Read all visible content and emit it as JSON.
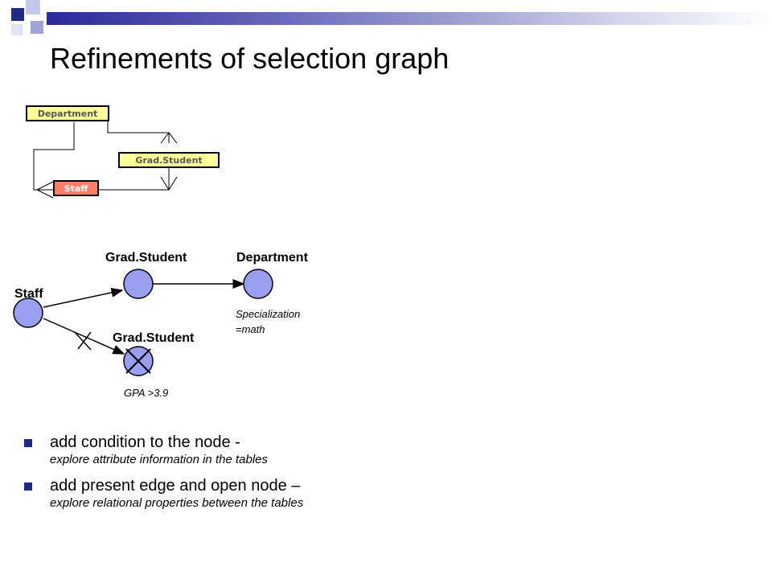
{
  "slide": {
    "title": "Refinements of selection graph"
  },
  "colors": {
    "accent_dark": "#1f2a8c",
    "node_fill": "#9a9ef0",
    "department_box": "#ffff99",
    "grad_student_box": "#ffff99",
    "staff_box": "#ff7f66"
  },
  "schema_diagram": {
    "department": "Department",
    "grad_student": "Grad.Student",
    "staff": "Staff"
  },
  "selection_graph": {
    "staff_label": "Staff",
    "grad_student_top_label": "Grad.Student",
    "department_label": "Department",
    "grad_student_bottom_label": "Grad.Student",
    "department_condition_line1": "Specialization",
    "department_condition_line2": "=math",
    "grad_student_condition": "GPA >3.9"
  },
  "bullets": [
    {
      "main": "add condition to the node -",
      "sub": "explore attribute information in the tables"
    },
    {
      "main": "add present edge and open node –",
      "sub": "explore relational properties between the tables"
    }
  ]
}
